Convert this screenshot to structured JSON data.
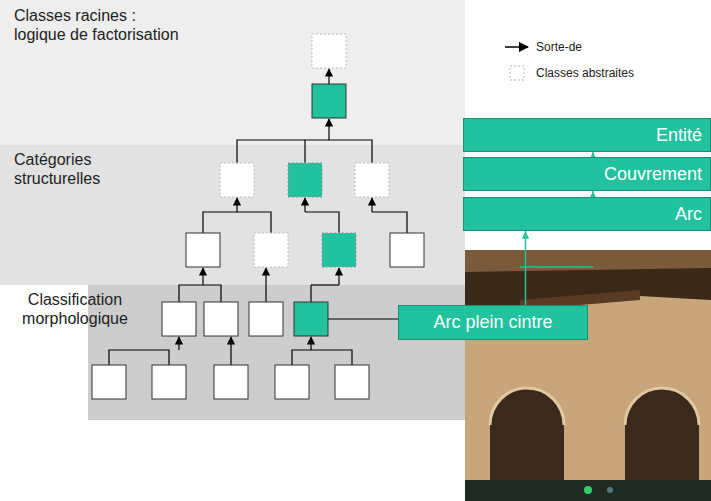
{
  "diagram": {
    "nodes": [
      {
        "text": [
          "Entité"
        ]
      },
      {
        "text": [
          "Couvrement"
        ]
      },
      {
        "text": [
          "Arc"
        ]
      },
      {
        "text": [
          "Arc plein cintre"
        ]
      }
    ],
    "edges": [
      {
        "from": 2,
        "to": 1,
        "arrow": "to"
      },
      {
        "from": 1,
        "to": 0,
        "arrow": "to"
      },
      {
        "from": 3,
        "to": 2,
        "arrow": "to"
      }
    ],
    "labels": [
      "Classes racines : logique de factorisation",
      "Catégories structurelles",
      "Classification morphologique"
    ],
    "legend": [
      {
        "text": "Sorte-de"
      },
      {
        "text": "Classes abstraites"
      }
    ]
  }
}
